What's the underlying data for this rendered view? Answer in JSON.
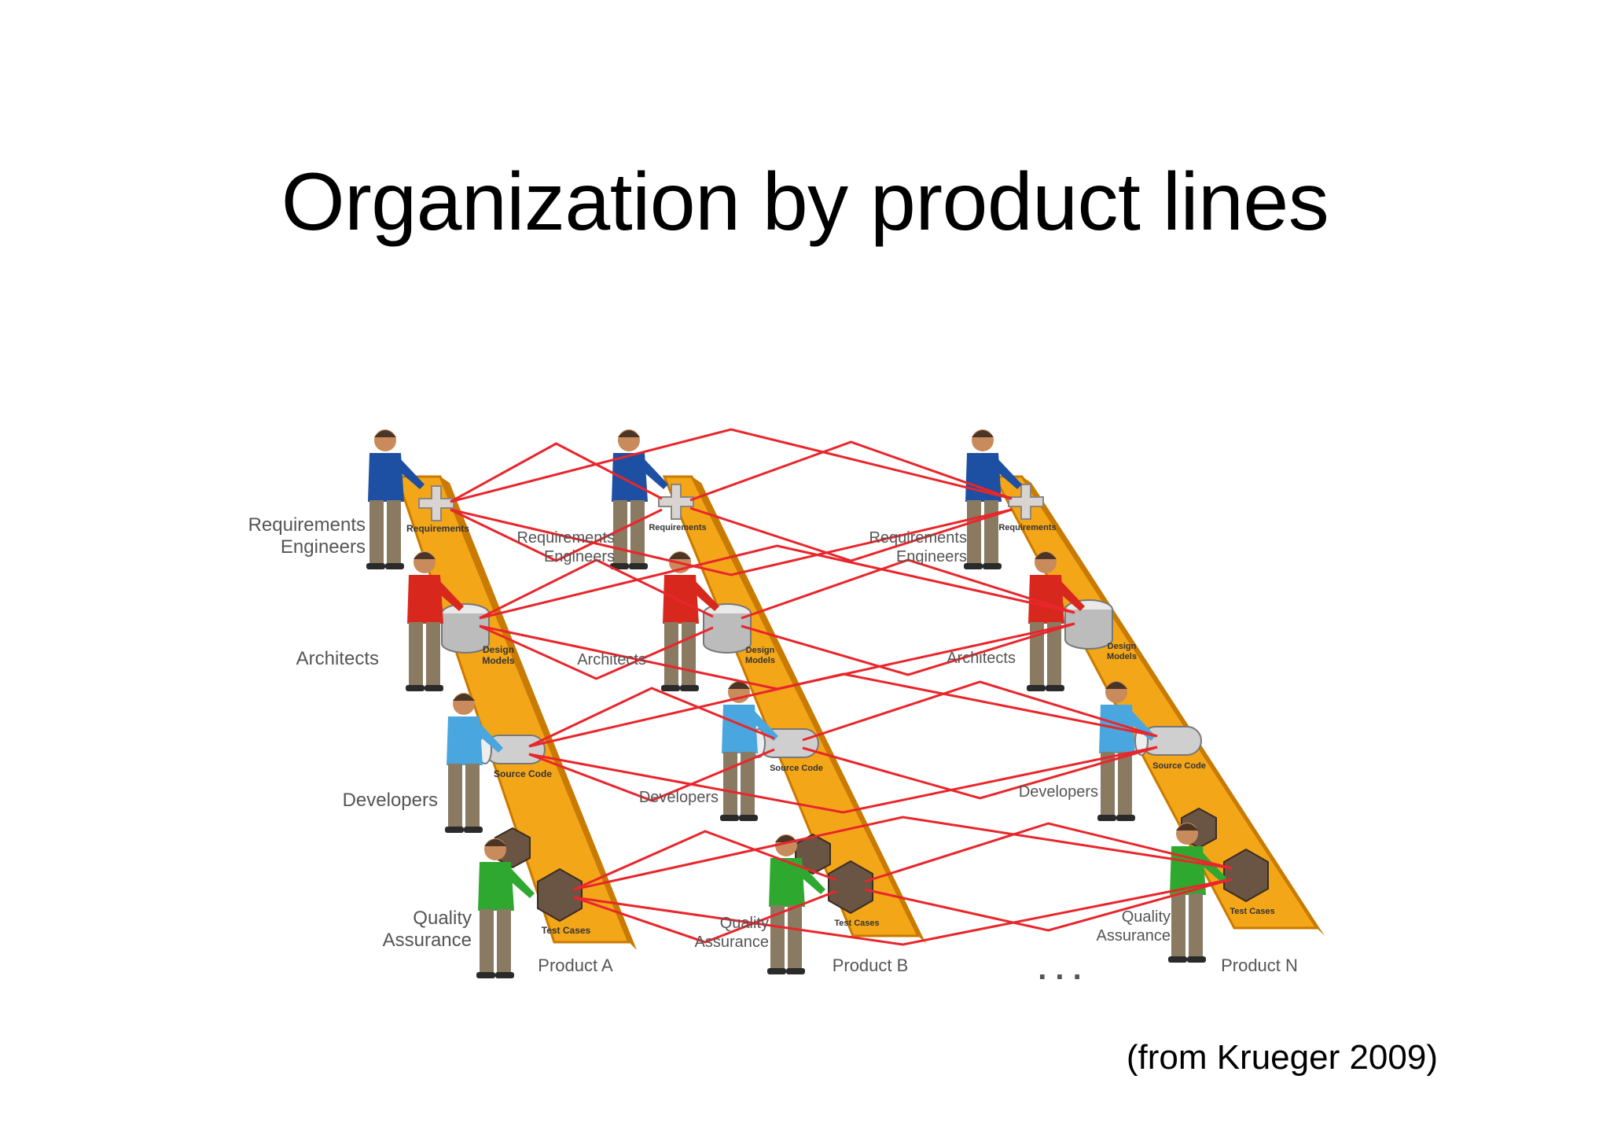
{
  "title": "Organization by product lines",
  "citation": "(from Krueger 2009)",
  "ellipsis": ". . .",
  "products": [
    {
      "name": "Product A",
      "roles": {
        "requirements": "Requirements\nEngineers",
        "architects": "Architects",
        "developers": "Developers",
        "qa": "Quality\nAssurance"
      },
      "artifacts": {
        "requirements": "Requirements",
        "design": "Design\nModels",
        "source": "Source Code",
        "tests": "Test Cases"
      }
    },
    {
      "name": "Product B",
      "roles": {
        "requirements": "Requirements\nEngineers",
        "architects": "Architects",
        "developers": "Developers",
        "qa": "Quality\nAssurance"
      },
      "artifacts": {
        "requirements": "Requirements",
        "design": "Design\nModels",
        "source": "Source Code",
        "tests": "Test Cases"
      }
    },
    {
      "name": "Product N",
      "roles": {
        "requirements": "Requirements\nEngineers",
        "architects": "Architects",
        "developers": "Developers",
        "qa": "Quality\nAssurance"
      },
      "artifacts": {
        "requirements": "Requirements",
        "design": "Design\nModels",
        "source": "Source Code",
        "tests": "Test Cases"
      }
    }
  ],
  "colors": {
    "belt": "#f4a619",
    "belt_edge": "#c97a00",
    "connector": "#e8262b",
    "shirt_requirements": "#1d4fa3",
    "shirt_architects": "#d8281e",
    "shirt_developers": "#4aa6de",
    "shirt_qa": "#2fa830",
    "pants": "#8a7a62",
    "skin": "#c98a5c"
  }
}
